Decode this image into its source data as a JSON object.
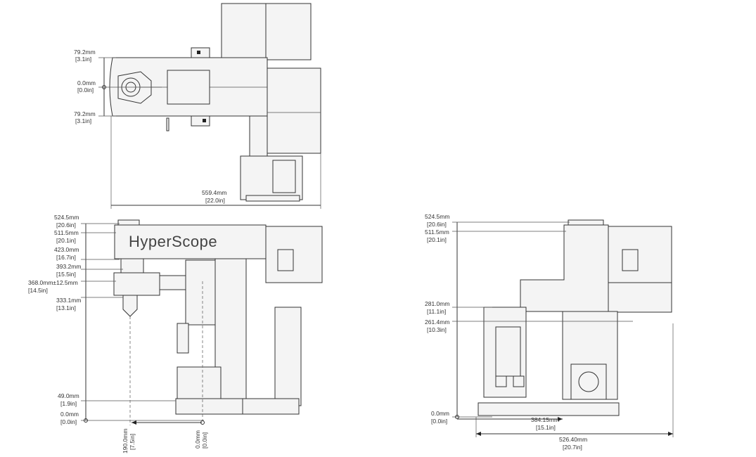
{
  "top_view": {
    "dim_top": {
      "mm": "79.2mm",
      "in": "[3.1in]"
    },
    "dim_center": {
      "mm": "0.0mm",
      "in": "[0.0in]"
    },
    "dim_bottom": {
      "mm": "79.2mm",
      "in": "[3.1in]"
    },
    "dim_width": {
      "mm": "559.4mm",
      "in": "[22.0in]"
    }
  },
  "front_view": {
    "brand": "HyperScope",
    "dims": [
      {
        "mm": "524.5mm",
        "in": "[20.6in]"
      },
      {
        "mm": "511.5mm",
        "in": "[20.1in]"
      },
      {
        "mm": "423.0mm",
        "in": "[16.7in]"
      },
      {
        "mm": "393.2mm",
        "in": "[15.5in]"
      },
      {
        "mm": "368.0mm±12.5mm",
        "in": "[14.5in]"
      },
      {
        "mm": "333.1mm",
        "in": "[13.1in]"
      },
      {
        "mm": "49.0mm",
        "in": "[1.9in]"
      },
      {
        "mm": "0.0mm",
        "in": "[0.0in]"
      }
    ],
    "dim_objective": {
      "mm": "190.0mm",
      "in": "[7.5in]"
    },
    "dim_origin": {
      "mm": "0.0mm",
      "in": "[0.0in]"
    }
  },
  "side_view": {
    "dims": [
      {
        "mm": "524.5mm",
        "in": "[20.6in]"
      },
      {
        "mm": "511.5mm",
        "in": "[20.1in]"
      },
      {
        "mm": "281.0mm",
        "in": "[11.1in]"
      },
      {
        "mm": "261.4mm",
        "in": "[10.3in]"
      },
      {
        "mm": "0.0mm",
        "in": "[0.0in]"
      }
    ],
    "dim_depth_inner": {
      "mm": "384.15mm",
      "in": "[15.1in]"
    },
    "dim_depth_total": {
      "mm": "526.40mm",
      "in": "[20.7in]"
    }
  }
}
